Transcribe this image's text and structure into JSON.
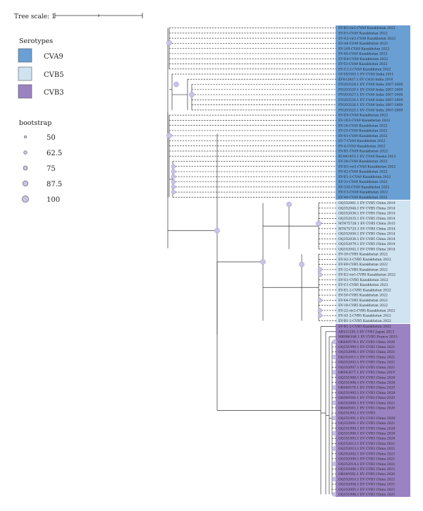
{
  "scale": {
    "label": "Tree scale: 1"
  },
  "serotypes": {
    "title": "Serotypes",
    "items": [
      {
        "label": "CVA9",
        "color": "#6a9fd4"
      },
      {
        "label": "CVB5",
        "color": "#cfe3f1"
      },
      {
        "label": "CVB3",
        "color": "#9b83c2"
      }
    ]
  },
  "bootstrap": {
    "title": "bootstrap",
    "items": [
      "50",
      "62.5",
      "75",
      "87.5",
      "100"
    ]
  },
  "colors": {
    "line": "#333333",
    "node": "#c9c4e6",
    "nodeStroke": "#9b96c8"
  },
  "leaves": {
    "cva9": [
      "EV-B3-vir2-CVA9 Kazakhstan 2022",
      "EV-F3-CVA9 Kazakhstan 2022",
      "EV-G3-vir2-CVA9 Kazakhstan 2022",
      "EV-A4-CVA9 Kazakhstan 2022",
      "EV-105-CVA9 Kazakhstan 2022",
      "EV-45-CVA9 Kazakhstan 2022",
      "EV-D4-CVA9 Kazakhstan 2022",
      "EV-53-CVA9 Kazakhstan 2022",
      "EV-C2-2-CVA9 Kazakhstan 2022",
      "GU553363.1 EV CVA9 India 2011",
      "KF612827.1 EV CA10 India 2010",
      "FN203528.1 EV CVA9 India 2007-2009",
      "FN203529.1 EV CVA9 India 2007-2009",
      "FN203527.1 EV CVA9 India 2007-2009",
      "FN203530.1 EV CVA9 India 2007-2009",
      "FN203526.1 EV CVA9 India 2007-2009",
      "FN203525.1 EV CVA9 India 2007-2009",
      "EV-D5-CVA9 Kazakhstan 2022",
      "EV-1D3-CVA9 Kazakhstan 2022",
      "EV-36-CVA9 Kazakhstan 2022",
      "EV-25-CVA9 Kazakhstan 2022",
      "EV-41-CVA9 Kazakhstan 2022",
      "EV-7-CVA9 Kazakhstan 2022",
      "EV-4-CVA9 Kazakhstan 2022",
      "EV-B1-CVA9 Kazakhstan 2022",
      "KU841453.1 EV CVA9 Russia 2013",
      "EV-38-CVA9 Kazakhstan 2022",
      "EV-H1-vir2-CVA9 Kazakhstan 2022",
      "EV-42-CVA9 Kazakhstan 2022",
      "EV-E1-2-CVA9 Kazakhstan 2022",
      "EV-31-CVA9 Kazakhstan 2022",
      "EV-335-CVA9 Kazakhstan 2022",
      "EV-C3-CVA9 Kazakhstan 2022",
      "EV-49-CVA9 Kazakhstan 2022"
    ],
    "cvb5": [
      "OQ352061.1 EV CVB5 China 2014",
      "OQ352044.1 EV CVB5 China 2014",
      "OQ352036.1 EV CVB5 China 2014",
      "OQ352035.1 EV CVB5 China 2014",
      "MT475728.1 EV CVB5 China 2015",
      "MT475725.1 EV CVB5 China 2014",
      "OQ352050.1 EV CVB5 China 2014",
      "OQ352030.1 EV CVB5 China 2014",
      "OQ352079.1 EV CVB5 China 2014",
      "OQ352042.1 EV CVB5 China 2014",
      "EV-39-CVB5 Kazakhstan 2022",
      "EV-A2-2-CVB5 Kazakhstan 2022",
      "EV-69-CVB5 Kazakhstan 2022",
      "EV-12-CVB5 Kazakhstan 2022",
      "EV-E2-vir1-CVB5 Kazakhstan 2022",
      "EV-G1-CVB5 Kazakhstan 2022",
      "EV-C1-CVB5 Kazakhstan 2022",
      "EV-E1-2-CVB5 Kazakhstan 2022",
      "EV-50-CVB5 Kazakhstan 2022",
      "EV-64-CVB5 Kazakhstan 2022",
      "EV-18-CVB5 Kazakhstan 2022",
      "EV-22-vir2-CVB5 Kazakhstan 2022",
      "EV-A1-2-CVB5 Kazakhstan 2022",
      "EV-B1-2-CVB5 Kazakhstan 2022"
    ],
    "cvb3": [
      "EV-B1-2-CVB3 Kazakhstan 2022",
      "AB121255.1 EV CVB3 Japan 2013",
      "MK086188.1 EV CVB3 France 2015",
      "OK649578.1 EV CVB3 China 2020",
      "OQ351990.1 EV CVB3 China 2021",
      "OQ352006.1 EV CVB3 China 2021",
      "OQ352011.1 EV CVB3 China 2021",
      "OQ352003.1 EV CVB3 China 2021",
      "OQ352007.1 EV CVB3 China 2021",
      "OK643677.1 EV CVB3 China 2019",
      "OQ351989.1 EV CVB3 China 2020",
      "OQ351996.1 EV CVB3 China 2020",
      "OK649579.1 EV CVB3 China 2020",
      "OQ351995.1 EV CVB3 China 2020",
      "OK649580.1 EV CVB3 China 2020",
      "OQ352000.1 EV CVB3 China 2021",
      "OK649581.1 EV CVB3 China 2020",
      "OQ351992.1 EV CVB3",
      "OQ351991.1 EV CVB3 China 2020",
      "OQ352001.1 EV CVB3 China 2021",
      "OQ351990.1 EV CVB3 China 2020",
      "OQ351988.1 EV CVB3 China 2020",
      "OQ351993.1 EV CVB3 China 2020",
      "OQ352012.1 EV CVB3 China 2021",
      "OQ352013.1 EV CVB3 China 2021",
      "OQ352002.1 EV CVB3 China 2021",
      "OQ352008.1 EV CVB3 China 2021",
      "OQ352014.1 EV CVB3 China 2021",
      "OQ352006.1 EV CVB3 China 2021",
      "OK649582.1 EV CVB3 China 2020",
      "OQ352010.1 EV CVB3 China 2021",
      "OQ352004.1 EV CVB3 China 2021",
      "OQ352005.1 EV CVB3 China 2021",
      "OQ351998.1 EV CVB3 China 2021"
    ]
  }
}
